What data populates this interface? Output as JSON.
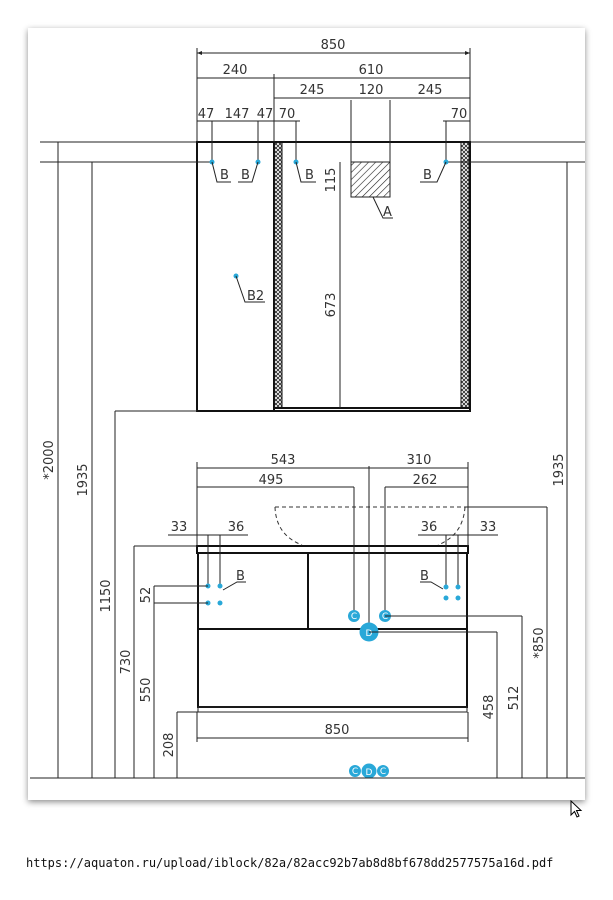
{
  "drawing": {
    "top": {
      "total_width": "850",
      "left_width": "240",
      "right_width": "610",
      "seg1": "245",
      "seg2": "120",
      "seg3": "245",
      "off1": "47",
      "off2": "147",
      "off3": "47",
      "off4": "70",
      "off5": "70",
      "label_b": "B",
      "label_a": "A",
      "label_b2": "B2",
      "dim_115": "115",
      "dim_673": "673"
    },
    "left_dims": {
      "d2000": "*2000",
      "d1935": "1935",
      "d1150": "1150",
      "d730": "730",
      "d550": "550",
      "d52": "52",
      "d208": "208"
    },
    "right_dims": {
      "d1935": "1935",
      "d850": "*850",
      "d512": "512",
      "d458": "458"
    },
    "bottom": {
      "d543": "543",
      "d310": "310",
      "d495": "495",
      "d262": "262",
      "d33": "33",
      "d36": "36",
      "d850": "850",
      "label_b": "B",
      "label_c": "C",
      "label_d": "D"
    }
  },
  "url": "https://aquaton.ru/upload/iblock/82a/82acc92b7ab8d8bf678dd2577575a16d.pdf",
  "colors": {
    "accent": "#29a8d8"
  }
}
